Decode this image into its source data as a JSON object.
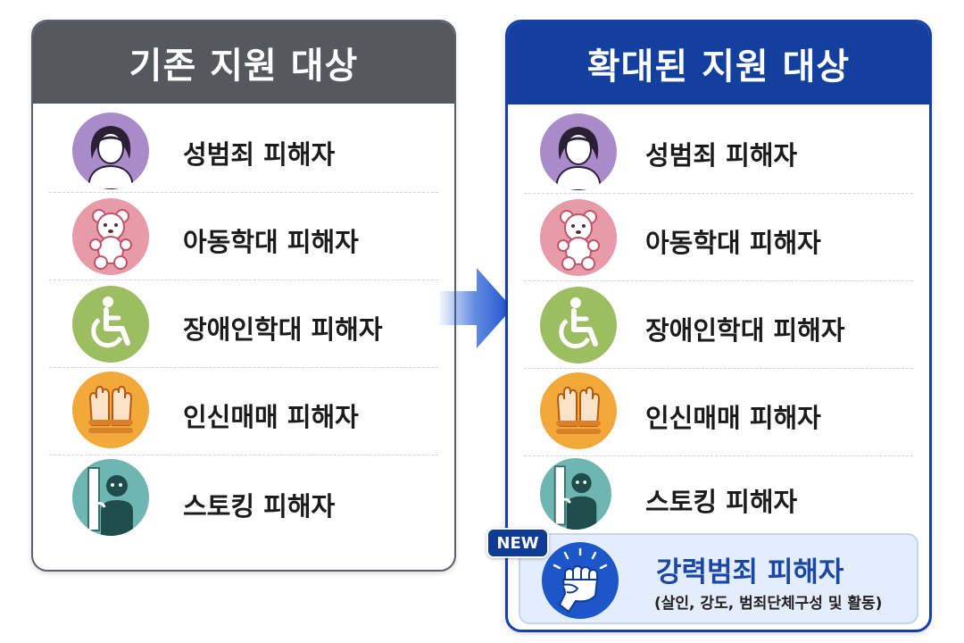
{
  "left_panel": {
    "title": "기존 지원 대상",
    "items": [
      {
        "label": "성범죄 피해자",
        "icon": "woman-icon"
      },
      {
        "label": "아동학대 피해자",
        "icon": "teddy-bear-icon"
      },
      {
        "label": "장애인학대 피해자",
        "icon": "wheelchair-icon"
      },
      {
        "label": "인신매매 피해자",
        "icon": "bound-hands-icon"
      },
      {
        "label": "스토킹 피해자",
        "icon": "stalker-icon"
      }
    ]
  },
  "right_panel": {
    "title": "확대된 지원 대상",
    "items": [
      {
        "label": "성범죄 피해자",
        "icon": "woman-icon"
      },
      {
        "label": "아동학대 피해자",
        "icon": "teddy-bear-icon"
      },
      {
        "label": "장애인학대 피해자",
        "icon": "wheelchair-icon"
      },
      {
        "label": "인신매매 피해자",
        "icon": "bound-hands-icon"
      },
      {
        "label": "스토킹 피해자",
        "icon": "stalker-icon"
      }
    ],
    "new_item": {
      "badge": "NEW",
      "label": "강력범죄 피해자",
      "sub": "(살인, 강도, 범죄단체구성 및 활동)",
      "icon": "fist-icon"
    }
  },
  "colors": {
    "left_header": "#55585d",
    "right_header": "#13409f",
    "woman": "#a98bc9",
    "teddy": "#e79aa7",
    "wheelchair": "#9dbd63",
    "hands": "#f2a93a",
    "stalker": "#6fb5b2",
    "fist": "#1c56c8"
  }
}
